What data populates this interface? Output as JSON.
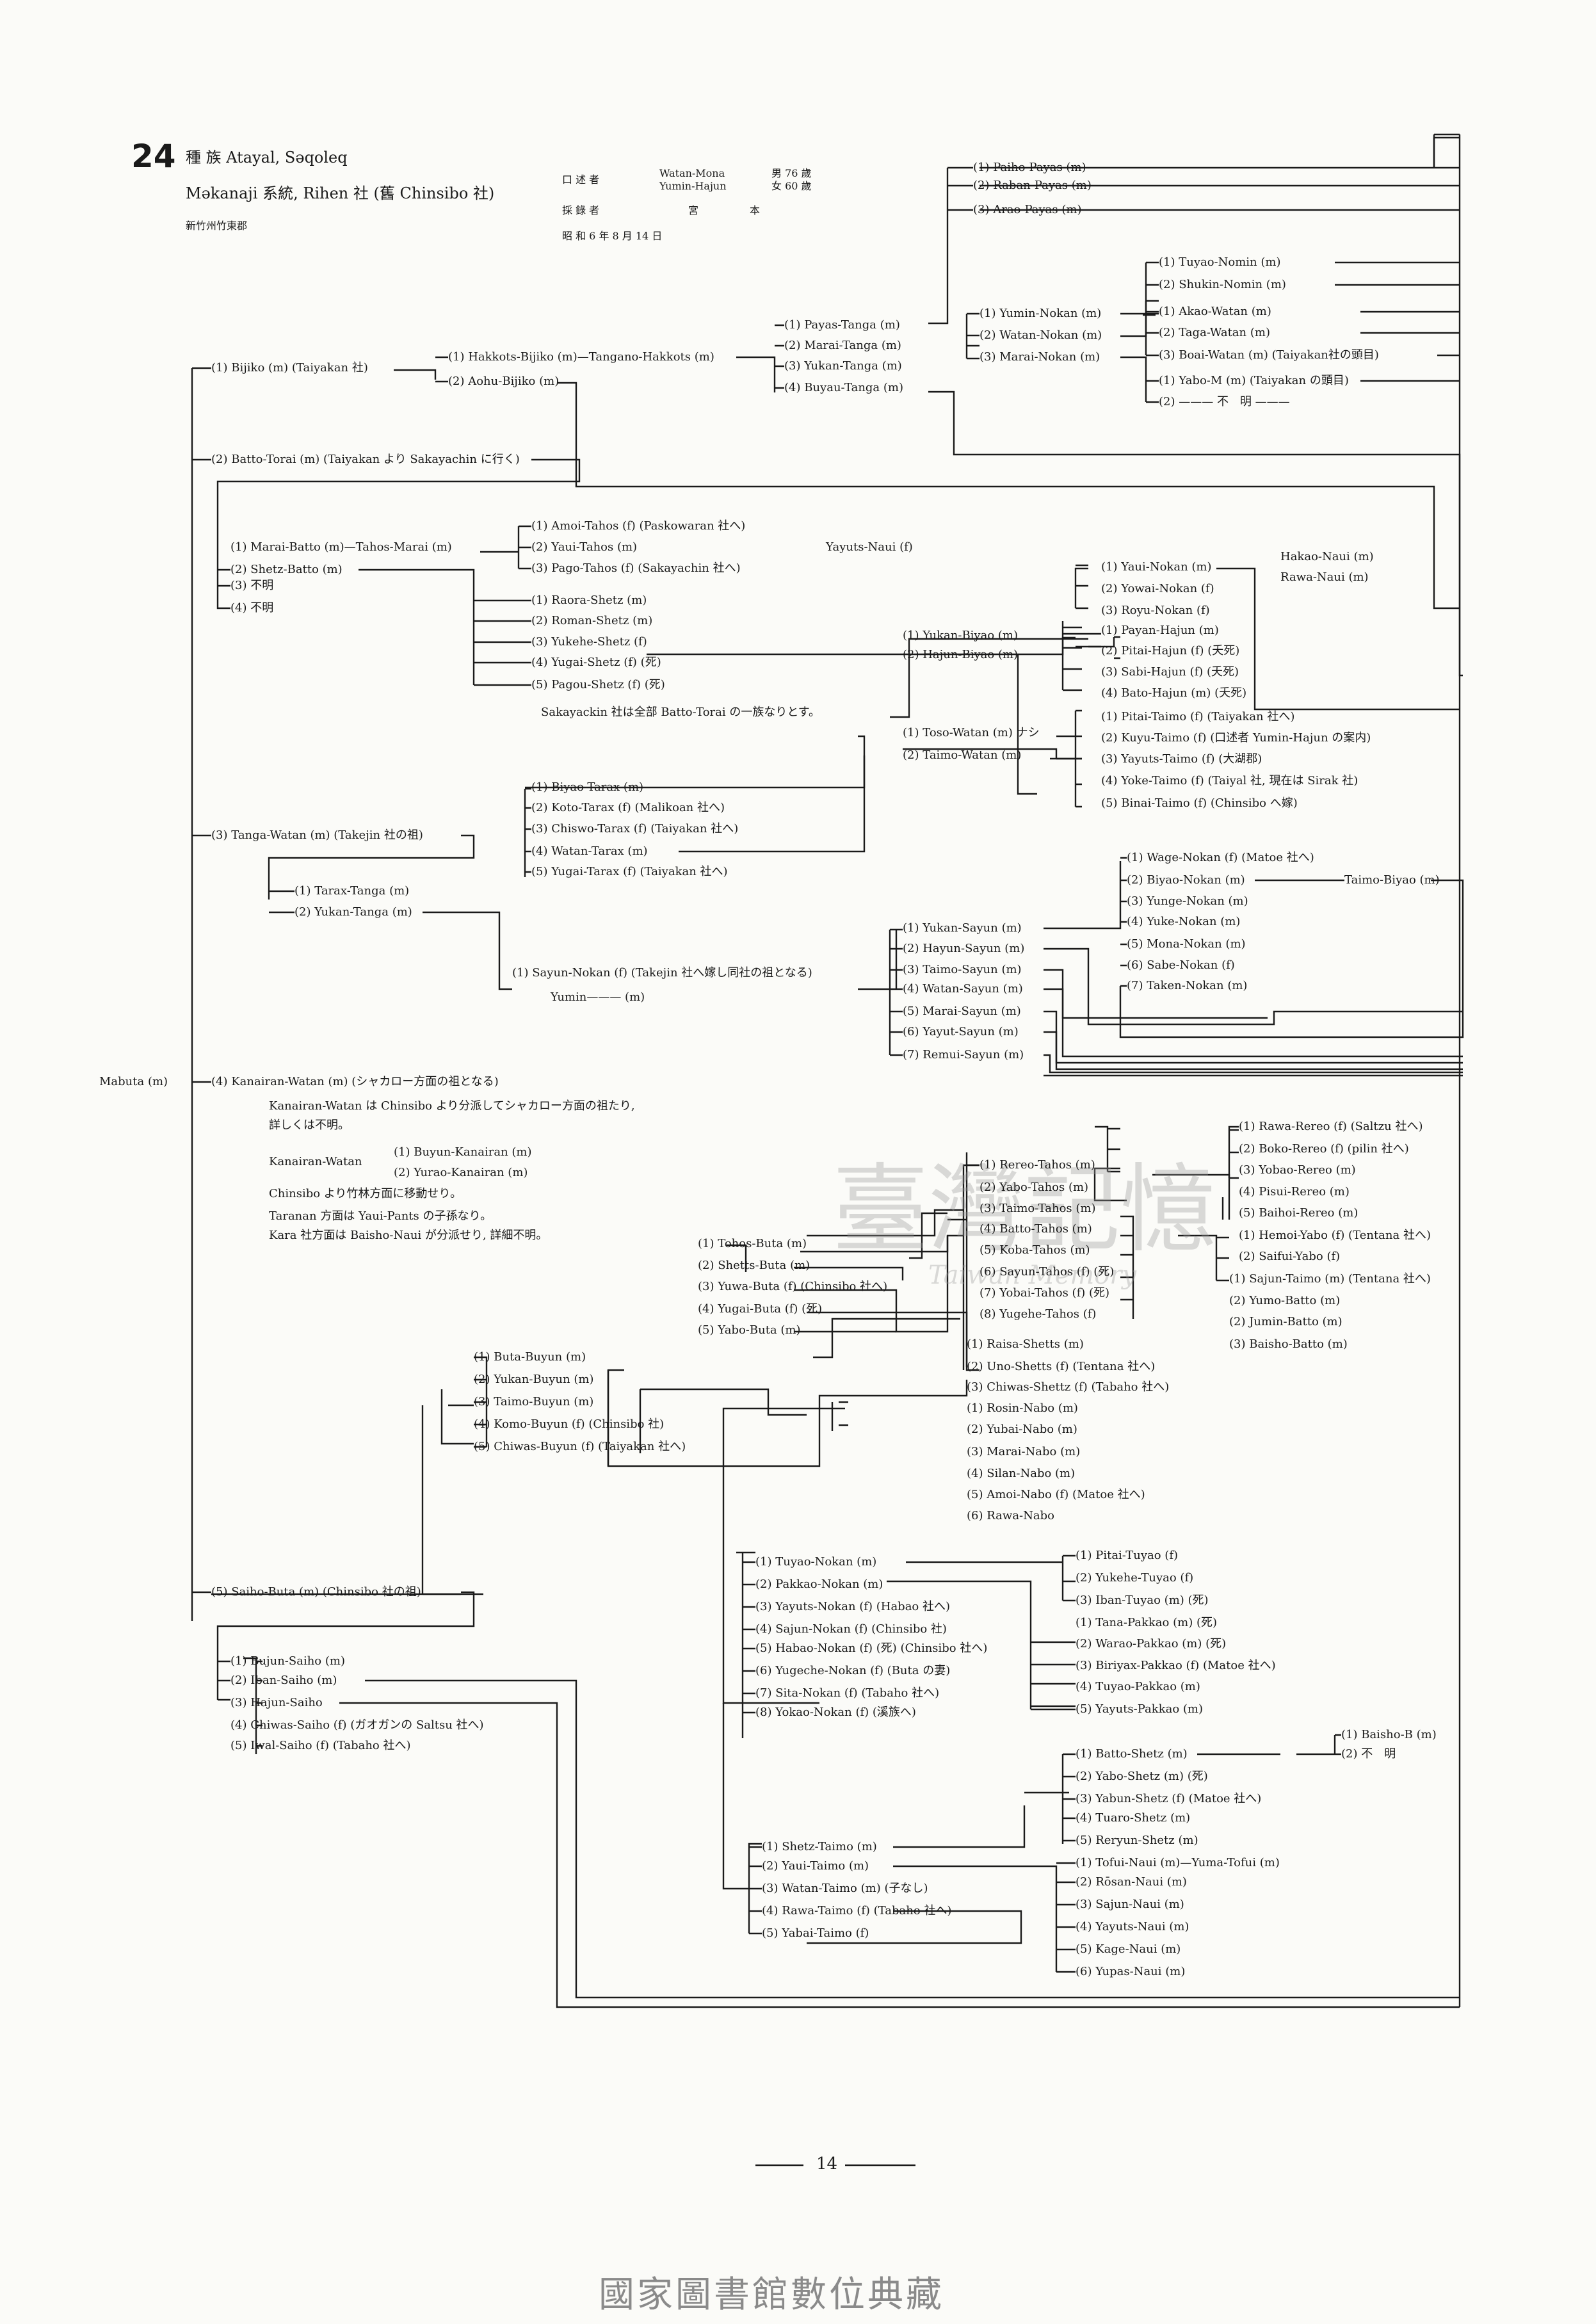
{
  "header": {
    "number": "24",
    "line1": "種 族  Atayal, Səqoleq",
    "line2": "Məkanaji 系統, Rihen 社 (舊 Chinsibo 社)",
    "line3": "新竹州竹東郡",
    "informant_label": "口 述 者",
    "informant_names": [
      "Watan-Mona",
      "Yumin-Hajun"
    ],
    "informant_ages": [
      "男 76 歲",
      "女 60 歲"
    ],
    "recorder_label": "採 錄 者",
    "recorder": "宮　　　　　本",
    "date": "昭 和 6 年 8 月 14 日"
  },
  "entries": [
    {
      "id": "root",
      "text": "Mabuta (m)"
    },
    {
      "id": "g1",
      "text": "(1) Bijiko (m) (Taiyakan 社)"
    },
    {
      "id": "g2",
      "text": "(2) Batto-Torai (m) (Taiyakan より Sakayachin に行く)"
    },
    {
      "id": "g3",
      "text": "(3) Tanga-Watan (m) (Takejin 社の祖)"
    },
    {
      "id": "g4",
      "text": "(4) Kanairan-Watan (m) (シャカロー方面の祖となる)"
    },
    {
      "id": "g5",
      "text": "(5) Saiho-Buta (m) (Chinsibo 社の祖)"
    },
    {
      "id": "b1",
      "text": "(1) Hakkots-Bijiko (m)—Tangano-Hakkots (m)"
    },
    {
      "id": "b2",
      "text": "(2) Aohu-Bijiko (m)"
    },
    {
      "id": "p1",
      "text": "(1) Payas-Tanga (m)"
    },
    {
      "id": "p2",
      "text": "(2) Marai-Tanga (m)"
    },
    {
      "id": "p3",
      "text": "(3) Yukan-Tanga (m)"
    },
    {
      "id": "p4",
      "text": "(4) Buyau-Tanga (m)"
    },
    {
      "id": "q1",
      "text": "(1) Paiho-Payas (m)"
    },
    {
      "id": "q2",
      "text": "(2) Raban-Payas (m)"
    },
    {
      "id": "q3",
      "text": "(3) Arao-Payas (m)"
    },
    {
      "id": "r1",
      "text": "(1) Yumin-Nokan (m)"
    },
    {
      "id": "r2",
      "text": "(2) Watan-Nokan (m)"
    },
    {
      "id": "r3",
      "text": "(3) Marai-Nokan (m)"
    },
    {
      "id": "s1",
      "text": "(1) Tuyao-Nomin (m)"
    },
    {
      "id": "s2",
      "text": "(2) Shukin-Nomin (m)"
    },
    {
      "id": "s3",
      "text": "(1) Akao-Watan (m)"
    },
    {
      "id": "s4",
      "text": "(2) Taga-Watan (m)"
    },
    {
      "id": "s5",
      "text": "(3) Boai-Watan (m) (Taiyakan社の頭目)"
    },
    {
      "id": "s6",
      "text": "(1) Yabo-M (m) (Taiyakan の頭目)"
    },
    {
      "id": "s7",
      "text": "(2) ——— 不　明 ———"
    },
    {
      "id": "c1",
      "text": "(1) Marai-Batto (m)—Tahos-Marai (m)"
    },
    {
      "id": "c2",
      "text": "(2) Shetz-Batto (m)"
    },
    {
      "id": "c3",
      "text": "(3) 不明"
    },
    {
      "id": "c4",
      "text": "(4) 不明"
    },
    {
      "id": "d1",
      "text": "(1) Amoi-Tahos (f) (Paskowaran 社へ)"
    },
    {
      "id": "d2",
      "text": "(2) Yaui-Tahos (m)"
    },
    {
      "id": "d3",
      "text": "(3) Pago-Tahos (f) (Sakayachin 社へ)"
    },
    {
      "id": "dY",
      "text": "Yayuts-Naui (f)"
    },
    {
      "id": "e1",
      "text": "(1) Raora-Shetz (m)"
    },
    {
      "id": "e2",
      "text": "(2) Roman-Shetz (m)"
    },
    {
      "id": "e3",
      "text": "(3) Yukehe-Shetz (f)"
    },
    {
      "id": "e4",
      "text": "(4) Yugai-Shetz (f) (死)"
    },
    {
      "id": "e5",
      "text": "(5) Pagou-Shetz (f) (死)"
    },
    {
      "id": "note1",
      "text": "Sakayackin 社は全部 Batto-Torai の一族なりとす。"
    },
    {
      "id": "f1",
      "text": "(1) Yaui-Nokan (m)"
    },
    {
      "id": "f2",
      "text": "(2) Yowai-Nokan (f)"
    },
    {
      "id": "f3",
      "text": "(3) Royu-Nokan (f)"
    },
    {
      "id": "f4",
      "text": "Hakao-Naui (m)"
    },
    {
      "id": "f5",
      "text": "Rawa-Naui (m)"
    },
    {
      "id": "g6",
      "text": "(1) Yukan-Biyao (m)"
    },
    {
      "id": "g7",
      "text": "(2) Hajun-Biyao (m)"
    },
    {
      "id": "h1",
      "text": "(1) Payan-Hajun (m)"
    },
    {
      "id": "h2",
      "text": "(2) Pitai-Hajun (f) (夭死)"
    },
    {
      "id": "h3",
      "text": "(3) Sabi-Hajun (f) (夭死)"
    },
    {
      "id": "h4",
      "text": "(4) Bato-Hajun (m) (夭死)"
    },
    {
      "id": "i1",
      "text": "(1) Toso-Watan (m) ナシ"
    },
    {
      "id": "i2",
      "text": "(2) Taimo-Watan (m)"
    },
    {
      "id": "j1",
      "text": "(1) Pitai-Taimo (f) (Taiyakan 社へ)"
    },
    {
      "id": "j2",
      "text": "(2) Kuyu-Taimo (f) (口述者 Yumin-Hajun の案内)"
    },
    {
      "id": "j3",
      "text": "(3) Yayuts-Taimo (f) (大湖郡)"
    },
    {
      "id": "j4",
      "text": "(4) Yoke-Taimo (f) (Taiyal 社, 現在は Sirak 社)"
    },
    {
      "id": "j5",
      "text": "(5) Binai-Taimo (f) (Chinsibo へ嫁)"
    },
    {
      "id": "k1",
      "text": "(1) Biyao-Tarax (m)"
    },
    {
      "id": "k2",
      "text": "(2) Koto-Tarax (f) (Malikoan 社へ)"
    },
    {
      "id": "k3",
      "text": "(3) Chiswo-Tarax (f) (Taiyakan 社へ)"
    },
    {
      "id": "k4",
      "text": "(4) Watan-Tarax (m)"
    },
    {
      "id": "k5",
      "text": "(5) Yugai-Tarax (f) (Taiyakan 社へ)"
    },
    {
      "id": "l1",
      "text": "(1) Tarax-Tanga (m)"
    },
    {
      "id": "l2",
      "text": "(2) Yukan-Tanga (m)"
    },
    {
      "id": "l3",
      "text": "(1) Sayun-Nokan (f) (Takejin 社へ嫁し同社の祖となる)"
    },
    {
      "id": "l4",
      "text": "Yumin——— (m)"
    },
    {
      "id": "m1",
      "text": "(1) Wage-Nokan (f) (Matoe 社へ)"
    },
    {
      "id": "m2",
      "text": "(2) Biyao-Nokan (m)"
    },
    {
      "id": "m2b",
      "text": "Taimo-Biyao (m)"
    },
    {
      "id": "m3",
      "text": "(3) Yunge-Nokan (m)"
    },
    {
      "id": "m4",
      "text": "(4) Yuke-Nokan (m)"
    },
    {
      "id": "m5",
      "text": "(5) Mona-Nokan (m)"
    },
    {
      "id": "m6",
      "text": "(6) Sabe-Nokan (f)"
    },
    {
      "id": "m7",
      "text": "(7) Taken-Nokan (m)"
    },
    {
      "id": "n1",
      "text": "(1) Yukan-Sayun (m)"
    },
    {
      "id": "n2",
      "text": "(2) Hayun-Sayun (m)"
    },
    {
      "id": "n3",
      "text": "(3) Taimo-Sayun (m)"
    },
    {
      "id": "n4",
      "text": "(4) Watan-Sayun (m)"
    },
    {
      "id": "n5",
      "text": "(5) Marai-Sayun (m)"
    },
    {
      "id": "n6",
      "text": "(6) Yayut-Sayun (m)"
    },
    {
      "id": "n7",
      "text": "(7) Remui-Sayun (m)"
    },
    {
      "id": "note2a",
      "text": "Kanairan-Watan は Chinsibo より分派してシャカロー方面の祖たり,"
    },
    {
      "id": "note2b",
      "text": "詳しくは不明。"
    },
    {
      "id": "note2c",
      "text": "Kanairan-Watan"
    },
    {
      "id": "note2d",
      "text": "(1) Buyun-Kanairan (m)"
    },
    {
      "id": "note2e",
      "text": "(2) Yurao-Kanairan (m)"
    },
    {
      "id": "note2f",
      "text": "Chinsibo より竹林方面に移動せり。"
    },
    {
      "id": "note2g",
      "text": "Taranan 方面は Yaui-Pants の子孫なり。"
    },
    {
      "id": "note2h",
      "text": "Kara 社方面は Baisho-Naui が分派せり, 詳細不明。"
    },
    {
      "id": "o1",
      "text": "(1) Rawa-Rereo (f) (Saltzu 社へ)"
    },
    {
      "id": "o2",
      "text": "(2) Boko-Rereo (f) (pilin 社へ)"
    },
    {
      "id": "o3",
      "text": "(3) Yobao-Rereo (m)"
    },
    {
      "id": "o4",
      "text": "(4) Pisui-Rereo (m)"
    },
    {
      "id": "o5",
      "text": "(5) Baihoi-Rereo (m)"
    },
    {
      "id": "o6",
      "text": "(1) Hemoi-Yabo (f) (Tentana 社へ)"
    },
    {
      "id": "o7",
      "text": "(2) Saifui-Yabo (f)"
    },
    {
      "id": "o8",
      "text": "(1) Sajun-Taimo (m) (Tentana 社へ)"
    },
    {
      "id": "o9",
      "text": "(2) Yumo-Batto (m)"
    },
    {
      "id": "o10",
      "text": "(2) Jumin-Batto (m)"
    },
    {
      "id": "o11",
      "text": "(3) Baisho-Batto (m)"
    },
    {
      "id": "t1",
      "text": "(1) Rereo-Tahos (m)"
    },
    {
      "id": "t2",
      "text": "(2) Yabo-Tahos (m)"
    },
    {
      "id": "t3",
      "text": "(3) Taimo-Tahos (m)"
    },
    {
      "id": "t4",
      "text": "(4) Batto-Tahos (m)"
    },
    {
      "id": "t5",
      "text": "(5) Koba-Tahos (m)"
    },
    {
      "id": "t6",
      "text": "(6) Sayun-Tahos (f) (死)"
    },
    {
      "id": "t7",
      "text": "(7) Yobai-Tahos (f) (死)"
    },
    {
      "id": "t8",
      "text": "(8) Yugehe-Tahos (f)"
    },
    {
      "id": "u1",
      "text": "(1) Tohos-Buta (m)"
    },
    {
      "id": "u2",
      "text": "(2) Shetts-Buta (m)"
    },
    {
      "id": "u3",
      "text": "(3) Yuwa-Buta (f) (Chinsibo 社へ)"
    },
    {
      "id": "u4",
      "text": "(4) Yugai-Buta (f) (死)"
    },
    {
      "id": "u5",
      "text": "(5) Yabo-Buta (m)"
    },
    {
      "id": "v1",
      "text": "(1) Raisa-Shetts (m)"
    },
    {
      "id": "v2",
      "text": "(2) Uno-Shetts (f) (Tentana 社へ)"
    },
    {
      "id": "v3",
      "text": "(3) Chiwas-Shettz (f) (Tabaho 社へ)"
    },
    {
      "id": "w1",
      "text": "(1) Rosin-Nabo (m)"
    },
    {
      "id": "w2",
      "text": "(2) Yubai-Nabo (m)"
    },
    {
      "id": "w3",
      "text": "(3) Marai-Nabo (m)"
    },
    {
      "id": "w4",
      "text": "(4) Silan-Nabo (m)"
    },
    {
      "id": "w5",
      "text": "(5) Amoi-Nabo (f) (Matoe 社へ)"
    },
    {
      "id": "w6",
      "text": "(6) Rawa-Nabo"
    },
    {
      "id": "x1",
      "text": "(1) Buta-Buyun (m)"
    },
    {
      "id": "x2",
      "text": "(2) Yukan-Buyun (m)"
    },
    {
      "id": "x3",
      "text": "(3) Taimo-Buyun (m)"
    },
    {
      "id": "x4",
      "text": "(4) Komo-Buyun (f) (Chinsibo 社)"
    },
    {
      "id": "x5",
      "text": "(5) Chiwas-Buyun (f) (Taiyakan 社へ)"
    },
    {
      "id": "y1",
      "text": "(1) Tuyao-Nokan (m)"
    },
    {
      "id": "y2",
      "text": "(2) Pakkao-Nokan (m)"
    },
    {
      "id": "y3",
      "text": "(3) Yayuts-Nokan (f) (Habao 社へ)"
    },
    {
      "id": "y4",
      "text": "(4) Sajun-Nokan (f) (Chinsibo 社)"
    },
    {
      "id": "y5",
      "text": "(5) Habao-Nokan (f) (死) (Chinsibo 社へ)"
    },
    {
      "id": "y6",
      "text": "(6) Yugeche-Nokan (f) (Buta の妻)"
    },
    {
      "id": "y7",
      "text": "(7) Sita-Nokan (f) (Tabaho 社へ)"
    },
    {
      "id": "y8",
      "text": "(8) Yokao-Nokan (f) (溪族へ)"
    },
    {
      "id": "z1",
      "text": "(1) Pitai-Tuyao (f)"
    },
    {
      "id": "z2",
      "text": "(2) Yukehe-Tuyao (f)"
    },
    {
      "id": "z3",
      "text": "(3) Iban-Tuyao (m) (死)"
    },
    {
      "id": "z4",
      "text": "(1) Tana-Pakkao (m) (死)"
    },
    {
      "id": "z5",
      "text": "(2) Warao-Pakkao (m) (死)"
    },
    {
      "id": "z6",
      "text": "(3) Biriyax-Pakkao (f) (Matoe 社へ)"
    },
    {
      "id": "z7",
      "text": "(4) Tuyao-Pakkao (m)"
    },
    {
      "id": "z8",
      "text": "(5) Yayuts-Pakkao (m)"
    },
    {
      "id": "aa1",
      "text": "(1) Bujun-Saiho (m)"
    },
    {
      "id": "aa2",
      "text": "(2) Iban-Saiho (m)"
    },
    {
      "id": "aa3",
      "text": "(3) Hajun-Saiho"
    },
    {
      "id": "aa4",
      "text": "(4) Chiwas-Saiho (f) (ガオガンの Saltsu 社へ)"
    },
    {
      "id": "aa5",
      "text": "(5) Iwal-Saiho (f) (Tabaho 社へ)"
    },
    {
      "id": "bb1",
      "text": "(1) Batto-Shetz (m)"
    },
    {
      "id": "bb2",
      "text": "(2) Yabo-Shetz (m) (死)"
    },
    {
      "id": "bb3",
      "text": "(3) Yabun-Shetz (f) (Matoe 社へ)"
    },
    {
      "id": "bb4",
      "text": "(4) Tuaro-Shetz (m)"
    },
    {
      "id": "bb5",
      "text": "(5) Reryun-Shetz (m)"
    },
    {
      "id": "bb6",
      "text": "(1) Baisho-B (m)"
    },
    {
      "id": "bb7",
      "text": "(2) 不　明"
    },
    {
      "id": "cc1",
      "text": "(1) Tofui-Naui (m)—Yuma-Tofui (m)"
    },
    {
      "id": "cc2",
      "text": "(2) Rōsan-Naui (m)"
    },
    {
      "id": "cc3",
      "text": "(3) Sajun-Naui (m)"
    },
    {
      "id": "cc4",
      "text": "(4) Yayuts-Naui (m)"
    },
    {
      "id": "cc5",
      "text": "(5) Kage-Naui (m)"
    },
    {
      "id": "cc6",
      "text": "(6) Yupas-Naui (m)"
    },
    {
      "id": "dd1",
      "text": "(1) Shetz-Taimo (m)"
    },
    {
      "id": "dd2",
      "text": "(2) Yaui-Taimo (m)"
    },
    {
      "id": "dd3",
      "text": "(3) Watan-Taimo (m) (子なし)"
    },
    {
      "id": "dd4",
      "text": "(4) Rawa-Taimo (f) (Tabaho 社へ)"
    },
    {
      "id": "dd5",
      "text": "(5) Yabai-Taimo (f)"
    }
  ],
  "watermark": {
    "text": "臺灣記憶",
    "sub": "Taiwan Memory"
  },
  "page_number": "14",
  "footer": "國家圖書館數位典藏"
}
